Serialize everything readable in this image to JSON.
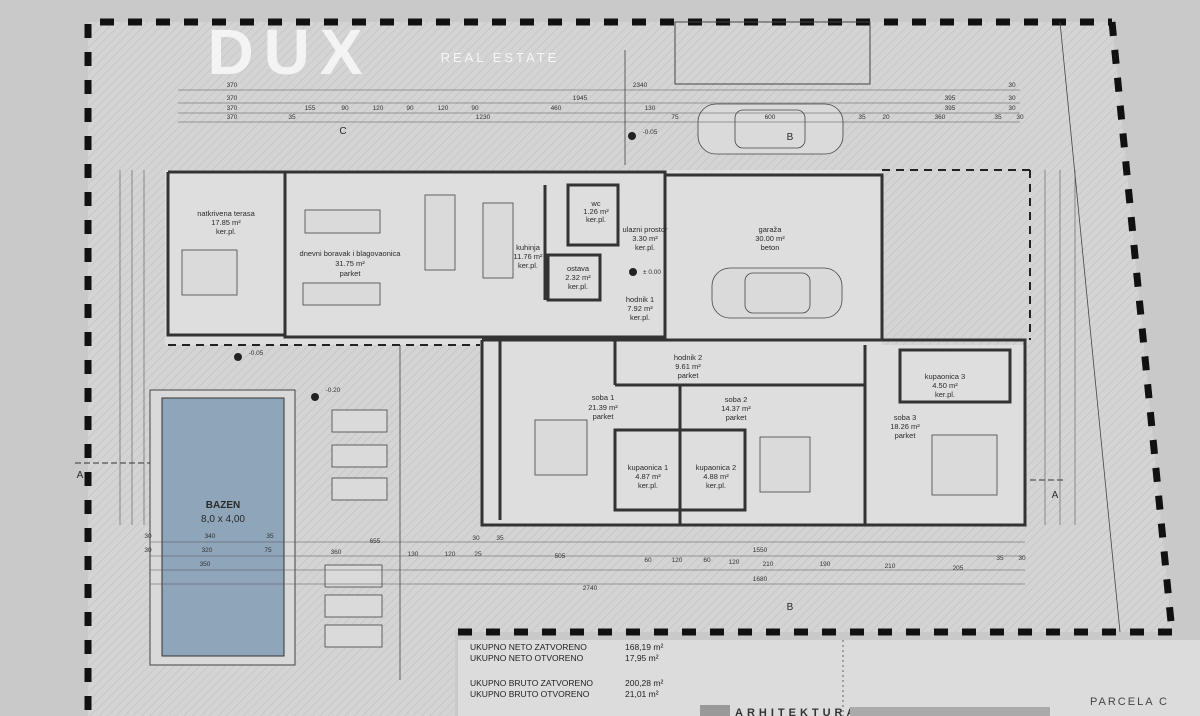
{
  "rooms": {
    "terrace": {
      "name": "natkrivena terasa",
      "area": "17.85 m²",
      "floor": "ker.pl."
    },
    "living": {
      "name": "dnevni boravak i blagovaonica",
      "area": "31.75 m²",
      "floor": "parket"
    },
    "kitchen": {
      "name": "kuhinja",
      "area": "11.76 m²",
      "floor": "ker.pl."
    },
    "wc": {
      "name": "wc",
      "area": "1.26 m²",
      "floor": "ker.pl."
    },
    "storage": {
      "name": "ostava",
      "area": "2.32 m²",
      "floor": "ker.pl."
    },
    "entrance": {
      "name": "ulazni prostor",
      "area": "3.30 m²",
      "floor": "ker.pl."
    },
    "hall1": {
      "name": "hodnik 1",
      "area": "7.92 m²",
      "floor": "ker.pl."
    },
    "garage": {
      "name": "garaža",
      "area": "30.00 m²",
      "floor": "beton"
    },
    "hall2": {
      "name": "hodnik 2",
      "area": "9.61 m²",
      "floor": "parket"
    },
    "room1": {
      "name": "soba 1",
      "area": "21.39 m²",
      "floor": "parket"
    },
    "room2": {
      "name": "soba 2",
      "area": "14.37 m²",
      "floor": "parket"
    },
    "room3": {
      "name": "soba 3",
      "area": "18.26 m²",
      "floor": "parket"
    },
    "bath1": {
      "name": "kupaonica 1",
      "area": "4.87 m²",
      "floor": "ker.pl."
    },
    "bath2": {
      "name": "kupaonica 2",
      "area": "4.88 m²",
      "floor": "ker.pl."
    },
    "bath3": {
      "name": "kupaonica 3",
      "area": "4.50 m²",
      "floor": "ker.pl."
    }
  },
  "pool": {
    "title": "BAZEN",
    "size": "8,0 x 4,00",
    "color": "#8fa5b9"
  },
  "levels": {
    "zero": "± 0.00",
    "m005a": "-0.05",
    "m005b": "-0.05",
    "m020": "-0.20"
  },
  "sections": {
    "a_left": "A",
    "a_right": "A",
    "b_top": "B",
    "b_bottom": "B",
    "c_top": "C"
  },
  "dimensions": {
    "top_row1": [
      "370",
      "2340",
      "30"
    ],
    "top_row2": [
      "370",
      "1945",
      "395",
      "30"
    ],
    "top_row3": [
      "370",
      "155",
      "90",
      "120",
      "90",
      "120",
      "90",
      "460",
      "130",
      "395",
      "30"
    ],
    "top_row4": [
      "370",
      "35",
      "1230",
      "75",
      "600",
      "35",
      "20",
      "360",
      "35",
      "30"
    ],
    "bottom_row1": [
      "30",
      "340",
      "35",
      "655",
      "30",
      "35",
      "1550"
    ],
    "bottom_row2": [
      "30",
      "320",
      "75",
      "360",
      "130",
      "120",
      "25",
      "505",
      "60",
      "120",
      "60",
      "120",
      "210",
      "190",
      "210",
      "205",
      "35",
      "30"
    ],
    "bottom_row3": [
      "350",
      "1680"
    ],
    "bottom_row4": [
      "2740"
    ]
  },
  "summary": [
    {
      "label": "UKUPNO NETO ZATVORENO",
      "value": "168,19 m²"
    },
    {
      "label": "UKUPNO NETO OTVORENO",
      "value": "17,95 m²"
    },
    {
      "label": "UKUPNO BRUTO ZATVORENO",
      "value": "200,28 m²"
    },
    {
      "label": "UKUPNO BRUTO OTVORENO",
      "value": "21,01 m²"
    }
  ],
  "parcel_label": "PARCELA C",
  "title_block": "ARHITEKTURA",
  "watermark": {
    "brand": "DUX",
    "tagline": "REAL ESTATE"
  }
}
